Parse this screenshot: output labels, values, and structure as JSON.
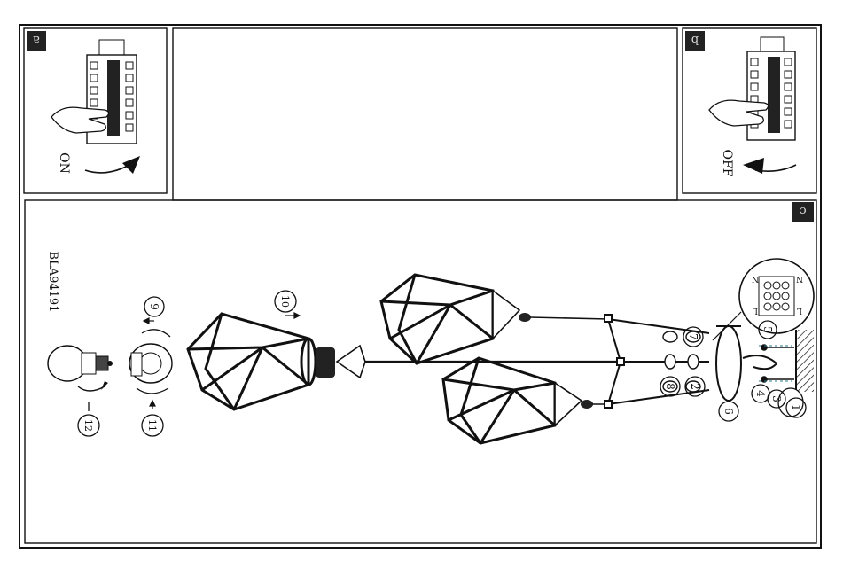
{
  "labels": {
    "on": "ON",
    "off": "OFF",
    "model": "BLA94191"
  },
  "panel_badges": [
    "a",
    "b",
    "c"
  ],
  "steps": [
    "1",
    "2",
    "3",
    "4",
    "5",
    "6",
    "7",
    "8",
    "9",
    "10",
    "11",
    "12"
  ],
  "wiring": {
    "terminal_top": "N",
    "terminal_bottom": "L",
    "wire_left": "N",
    "wire_right": "L"
  },
  "icons": [
    "hand-icon",
    "breaker-switch-icon",
    "rotation-arrow-icon",
    "lamp-shade-icon",
    "light-bulb-icon",
    "ground-wall-icon",
    "screw-icon"
  ]
}
